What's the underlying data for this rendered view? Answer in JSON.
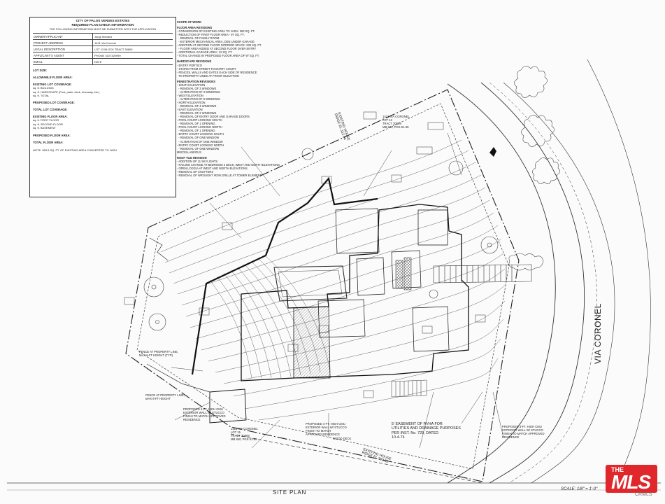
{
  "infobox": {
    "title": "CITY OF PALOS VERDES ESTATES",
    "subtitle": "REQUIRED PLAN CHECK INFORMATION",
    "instruction": "THE FOLLOWING INFORMATION MUST BE SUBMITTED WITH THE APPLICATION",
    "rows": [
      {
        "k": "OWNER/APPLICANT",
        "v": "Jorge Mendez"
      },
      {
        "k": "PROJECT ADDRESS",
        "v": "1421 Via Coronel"
      },
      {
        "k": "LEGAL DESCRIPTION",
        "v": "LOT 13     BLOCK     TRACT 30609"
      },
      {
        "k": "APPLICANT'S AGENT",
        "v": "PHONE 3107320999"
      },
      {
        "k": "EMAIL",
        "v": "DATE"
      }
    ],
    "lot_size": "LOT SIZE:",
    "allowable": "ALLOWABLE FLOOR AREA:",
    "existing_coverage": "EXISTING LOT COVERAGE:",
    "proposed_coverage": "PROPOSED LOT COVERAGE:",
    "total_coverage": "TOTAL LOT COVERAGE:",
    "existing_floor": "EXISTING FLOOR AREA:",
    "proposed_floor": "PROPOSED FLOOR AREA:",
    "total_floor": "TOTAL FLOOR AREA:",
    "coverage_lines": [
      "sq. ft.  BUILDING",
      "sq. ft.  HARDSCAPE (Pool, patio, deck, driveway, etc.)",
      "sq. ft.  TOTAL"
    ],
    "floor_lines": [
      "sq. ft. FIRST FLOOR",
      "sq. ft. SECOND FLOOR",
      "sq. ft. BASEMENT"
    ],
    "footnote": "NOTE: 363.5 SQ. FT. OF EXISTING AREA CONVERTED TO JADU"
  },
  "scope": {
    "title": "SCOPE OF WORK",
    "sections": [
      {
        "h": "FLOOR AREA REVISIONS",
        "lines": [
          "- CONVERSION OF EXISTING AREA TO JADU: 363 SQ. FT.",
          "- REDUCTION OF FIRST FLOOR AREA - 97 SQ. FT.",
          "  - REMOVAL OF FAMILY ROOM",
          "  - EXTERIOR MECHANICAL AREA, DEN UNDER GARAGE",
          "- ADDITION AT SECOND FLOOR INTERIOR SPACE: 235 SQ. FT.",
          "  - FLOOR AREA ADDED AT SECOND FLOOR OVER ENTRY",
          "- ADDITIONAL GARAGE AREA: 12 SQ. FT.",
          "- TOTAL CHANGE IN PROPOSED FLOOR AREA OF 97 SQ. FT."
        ]
      },
      {
        "h": "HARDSCAPE REVISIONS",
        "lines": [
          "- ENTRY PORTICO",
          "- STAIRS FROM STREET TO ENTRY COURT",
          "- FENCES, WALLS AND GATES EACH SIDE OF RESIDENCE",
          "  TO PROPERTY LINES AT FRONT ELEVATION"
        ]
      },
      {
        "h": "FENESTRATION REVISIONS",
        "lines": [
          "- SOUTH ELEVATION",
          "  - REMOVAL OF 3 WINDOWS",
          "  - ALTERATION OF 3 WINDOWS",
          "- WEST ELEVATION",
          "  - ALTERATION OF 8 WINDOWS",
          "- NORTH ELEVATION",
          "  - REMOVAL OF 4 WINDOWS",
          "- EAST ELEVATION",
          "  - REMOVAL OF 2 WINDOWS",
          "  - REMOVAL OF ENTRY DOOR AND GARAGE DOORS",
          "- POOL COURT LOOKING SOUTH",
          "  - REMOVAL OF 1 OPENING",
          "- POOL COURT LOOKING NORTH",
          "  - REMOVAL OF 1 OPENING",
          "- ENTRY COURT LOOKING SOUTH",
          "  - REMOVAL OF ONE WINDOW",
          "  - ALTERATION OF ONE WINDOW",
          "- ENTRY COURT LOOKING NORTH",
          "  - REMOVAL OF ONE WINDOW",
          "MISCELLANEOUS"
        ]
      },
      {
        "h": "ROOF TILE REVISION",
        "lines": [
          "- ADDITION OF 11 SKYLIGHTS",
          "- RAILING CHANGE AT BEDROOM 2 DECK, WEST AND NORTH ELEVATIONS",
          "- OPEN LOGGIA AT WEST AND NORTH ELEVATIONS",
          "- REMOVAL OF SHUTTERS",
          "- REMOVAL OF WROUGHT IRON GRILLE AT TOWER ELEMENT"
        ]
      }
    ]
  },
  "plan": {
    "street_name": "VIA CORONEL",
    "neighbor_north": [
      "1421 VIA CORONEL",
      "LOT 13",
      "TRACT 30609",
      "MB 840, PGS 61-69"
    ],
    "neighbor_south": [
      "1413 VIA CORONEL",
      "LOT 15",
      "TRACT 30609",
      "MB 840, PGS 61-69"
    ],
    "existing_house_north": [
      "EXISTING HOUSE",
      "RIDGE EL 312.04"
    ],
    "existing_house_south": [
      "EXISTING HOUSE",
      "RIDGE EL 303.81"
    ],
    "easement": [
      "5' EASEMENT OF PVHA FOR",
      "UTILITIES AND DRAINAGE PURPOSES",
      "PER INST. No. 725, DATED",
      "10-4-74"
    ],
    "wood_deck": "WOOD DECK",
    "wall_notes": [
      "PROPOSED 4-FT. HIGH CMU EXTERIOR WALL W/ STUCCO FINISH TO MATCH APPROVED RESIDENCE",
      "PROPOSED 4-FT. HIGH CMU EXTERIOR WALL W/ STUCCO FINISH TO MATCH APPROVED RESIDENCE",
      "PROPOSED 3-FT. HIGH CMU EXTERIOR WALL W/ STUCCO FINISH TO MATCH APPROVED RESIDENCE"
    ],
    "fence_note_1": "FENCE AT PROPERTY LINE, MAX 6-FT HEIGHT",
    "fence_note_2": "FENCE AT PROPERTY LINE, MAX 6-FT HEIGHT (TYP)"
  },
  "title": {
    "label": "SITE PLAN",
    "scale": "SCALE: 1/8\" = 1'-0\""
  },
  "watermark": {
    "logo_top": "THE",
    "logo_main": "MLS",
    "credit": "CRMLS"
  },
  "colors": {
    "line": "#333333",
    "heavy": "#1a1a1a",
    "logo": "#e0272b"
  }
}
